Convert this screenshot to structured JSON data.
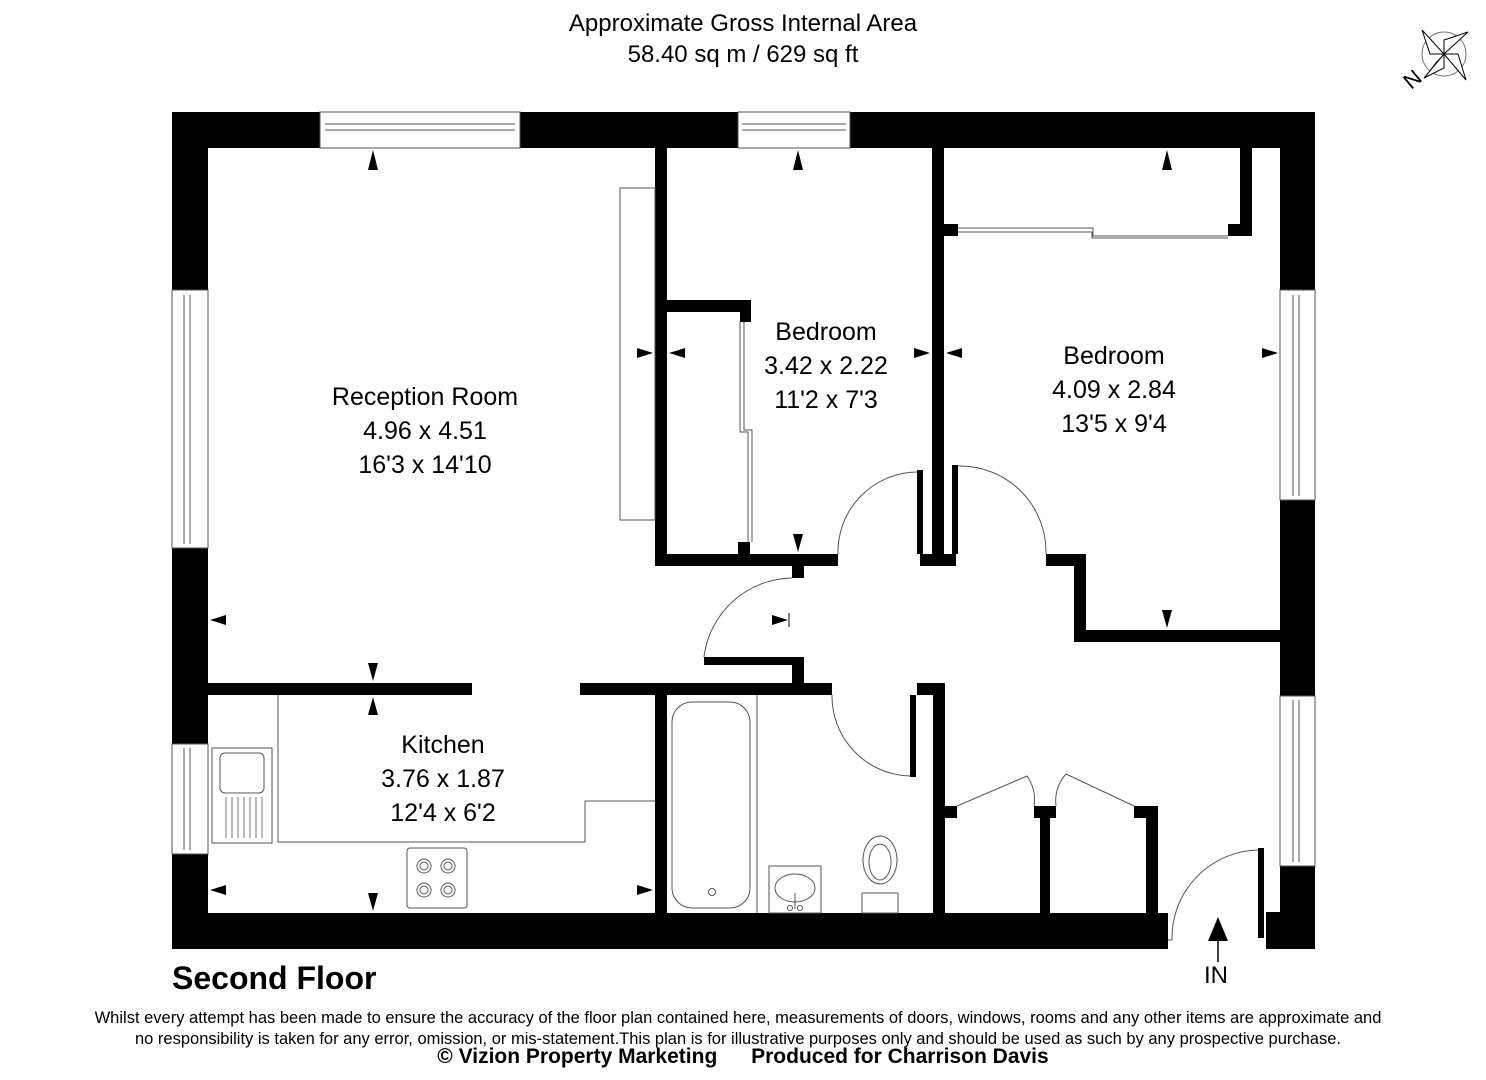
{
  "header": {
    "title": "Approximate Gross Internal Area",
    "area": "58.40 sq m / 629 sq ft"
  },
  "compass": {
    "icon": "north-compass-icon",
    "label": "N"
  },
  "rooms": [
    {
      "name": "Reception Room",
      "metric": "4.96 x 4.51",
      "imperial": "16'3 x 14'10"
    },
    {
      "name": "Bedroom",
      "metric": "3.42 x 2.22",
      "imperial": "11'2 x 7'3"
    },
    {
      "name": "Bedroom",
      "metric": "4.09 x 2.84",
      "imperial": "13'5 x 9'4"
    },
    {
      "name": "Kitchen",
      "metric": "3.76 x 1.87",
      "imperial": "12'4 x 6'2"
    }
  ],
  "floor": {
    "title": "Second Floor"
  },
  "entry": {
    "label": "IN"
  },
  "footer": {
    "disclaimer_line1": "Whilst every attempt has been made to ensure the accuracy of the floor plan contained here, measurements of doors, windows, rooms and any other items are approximate and",
    "disclaimer_line2": "no responsibility is taken for any error, omission, or mis-statement.This plan is for illustrative purposes only and should be used as such by any prospective purchase.",
    "copyright": "© Vizion Property Marketing",
    "produced_for": "Produced for Charrison Davis"
  },
  "colors": {
    "wall": "#000000",
    "fixture_line": "#666666",
    "background": "#ffffff"
  }
}
